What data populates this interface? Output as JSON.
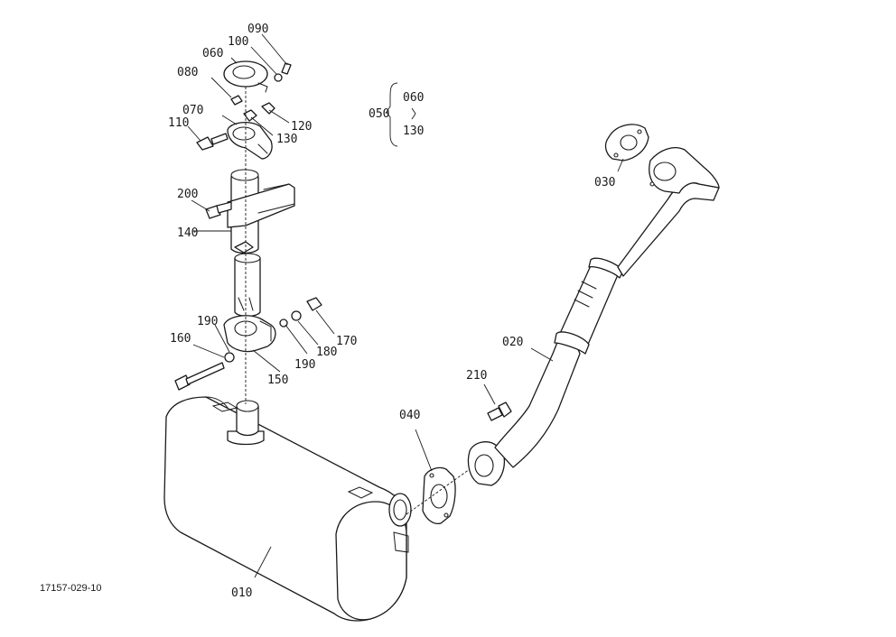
{
  "drawing_number": "17157-029-10",
  "callouts": {
    "c010": "010",
    "c020": "020",
    "c030": "030",
    "c040": "040",
    "c050": "050",
    "c060_top": "060",
    "c060_group": "060",
    "c070": "070",
    "c080": "080",
    "c090": "090",
    "c100": "100",
    "c110": "110",
    "c120": "120",
    "c130_top": "130",
    "c130_group": "130",
    "c140": "140",
    "c150": "150",
    "c160": "160",
    "c170": "170",
    "c180": "180",
    "c190_left": "190",
    "c190_right": "190",
    "c200": "200",
    "c210": "210"
  },
  "colors": {
    "line": "#1a1a1a",
    "paper": "#ffffff"
  }
}
